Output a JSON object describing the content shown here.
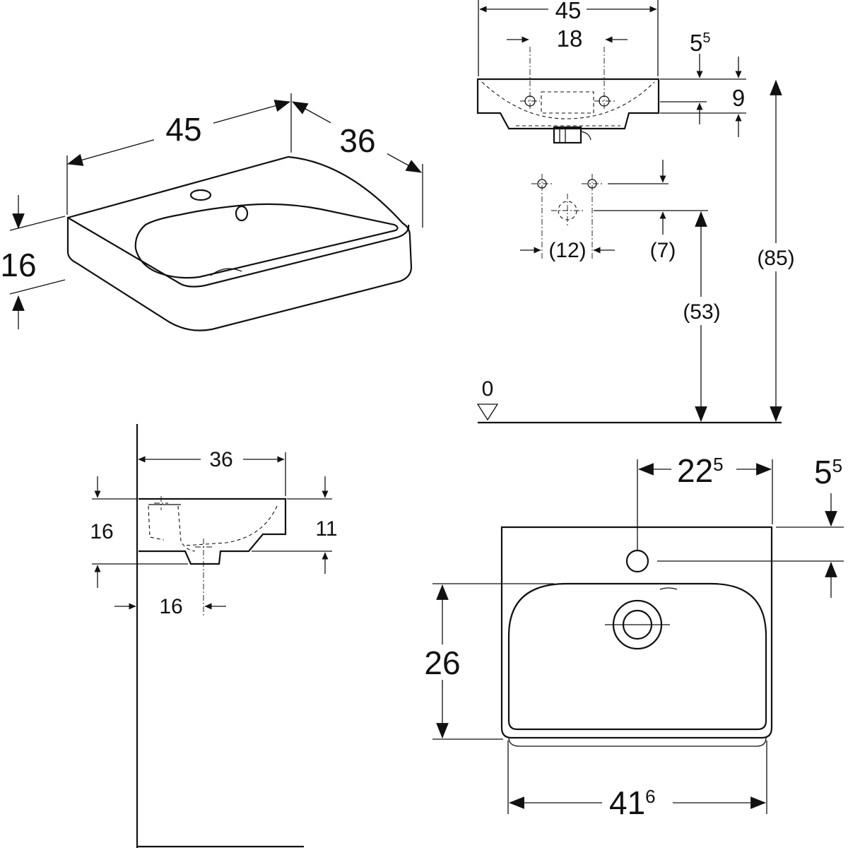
{
  "iso_view": {
    "width": "45",
    "depth": "36",
    "height": "16"
  },
  "front_view": {
    "width": "45",
    "tap_spacing": "18",
    "rim_a_base": "5",
    "rim_a_sup": "5",
    "bowl_height": "9"
  },
  "install_view": {
    "hole_spacing": "(12)",
    "hole_offset": "(7)",
    "drain_height": "(53)",
    "rim_height": "(85)",
    "floor_level": "0"
  },
  "side_view": {
    "depth": "36",
    "height": "16",
    "rim_height": "11",
    "drain_offset": "16"
  },
  "top_view": {
    "tap_pos_base": "22",
    "tap_pos_sup": "5",
    "tap_edge_base": "5",
    "tap_edge_sup": "5",
    "bowl_depth": "26",
    "bowl_width_base": "41",
    "bowl_width_sup": "6"
  }
}
